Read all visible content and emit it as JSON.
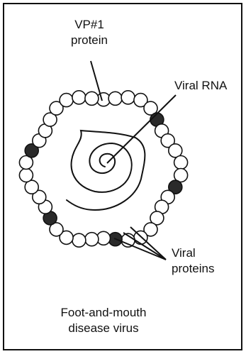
{
  "labels": {
    "vp1_line1": "VP#1",
    "vp1_line2": "protein",
    "viral_rna": "Viral RNA",
    "viral_proteins_line1": "Viral",
    "viral_proteins_line2": "proteins",
    "caption_line1": "Foot-and-mouth",
    "caption_line2": "disease virus"
  },
  "colors": {
    "outline": "#111111",
    "vp1_fill": "#2a2a2a",
    "capsomere_fill": "#ffffff"
  },
  "capsid": {
    "capsomere_count": 38,
    "filled_capsomere_indices": [
      5,
      11,
      18,
      24,
      30
    ]
  }
}
